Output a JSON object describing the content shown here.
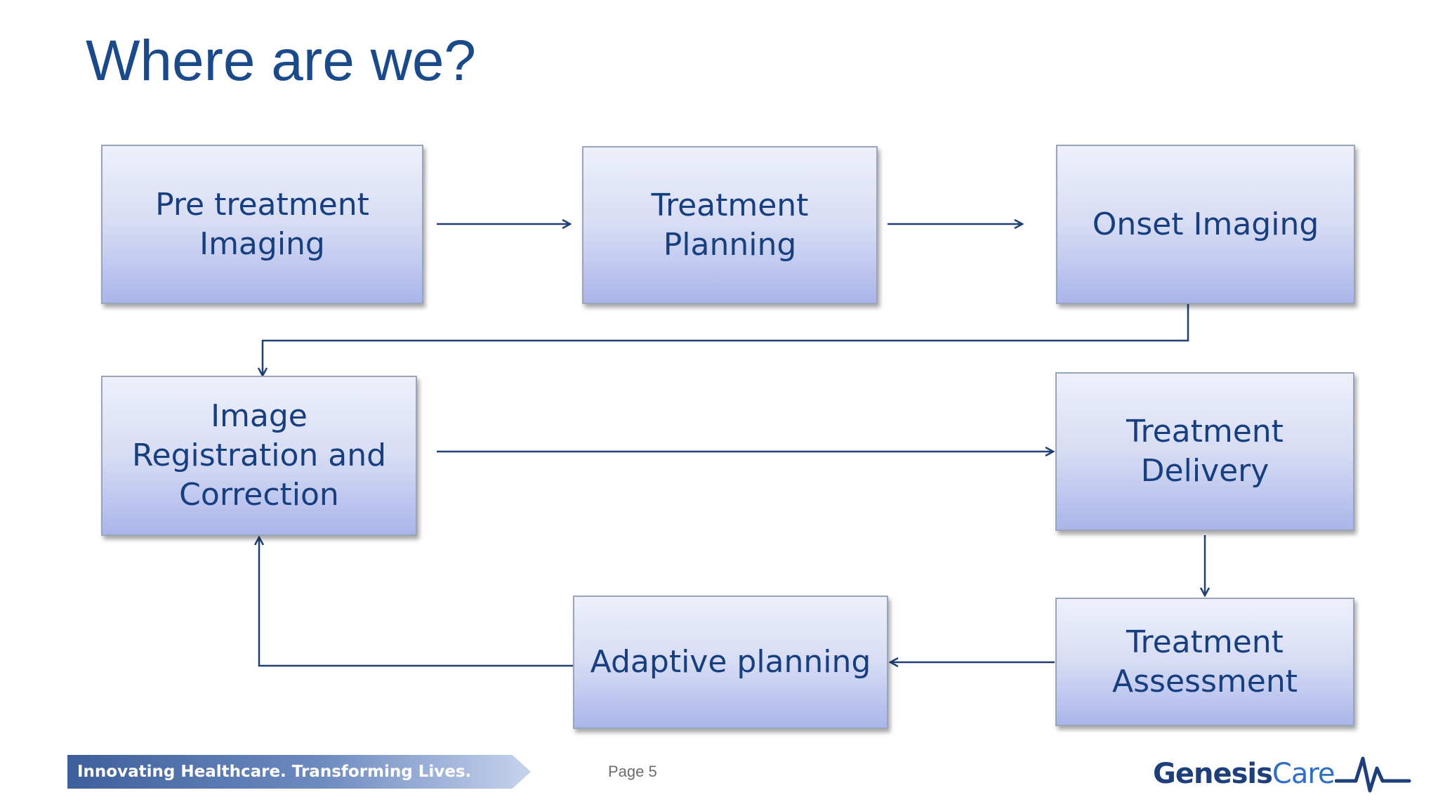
{
  "slide": {
    "title": "Where are we?",
    "page_label": "Page 5"
  },
  "footer": {
    "tagline": "Innovating Healthcare. Transforming Lives.",
    "brand_first": "Genesis",
    "brand_second": "Care"
  },
  "diagram": {
    "nodes": [
      {
        "id": "pre-treatment-imaging",
        "label": "Pre treatment\nImaging"
      },
      {
        "id": "treatment-planning",
        "label": "Treatment\nPlanning"
      },
      {
        "id": "onset-imaging",
        "label": "Onset Imaging"
      },
      {
        "id": "image-registration",
        "label": "Image\nRegistration and\nCorrection"
      },
      {
        "id": "treatment-delivery",
        "label": "Treatment\nDelivery"
      },
      {
        "id": "treatment-assessment",
        "label": "Treatment\nAssessment"
      },
      {
        "id": "adaptive-planning",
        "label": "Adaptive planning"
      }
    ],
    "edges": [
      {
        "from": "pre-treatment-imaging",
        "to": "treatment-planning"
      },
      {
        "from": "treatment-planning",
        "to": "onset-imaging"
      },
      {
        "from": "onset-imaging",
        "to": "image-registration"
      },
      {
        "from": "image-registration",
        "to": "treatment-delivery"
      },
      {
        "from": "treatment-delivery",
        "to": "treatment-assessment"
      },
      {
        "from": "treatment-assessment",
        "to": "adaptive-planning"
      },
      {
        "from": "adaptive-planning",
        "to": "image-registration"
      }
    ],
    "colors": {
      "title": "#1a4a8a",
      "node_text": "#173f80",
      "connector": "#1f3f75"
    }
  }
}
